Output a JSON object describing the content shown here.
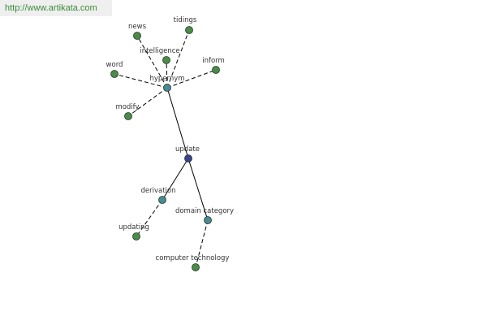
{
  "watermark": {
    "text": "http://www.artikata.com",
    "color": "#3a8a3a"
  },
  "graph": {
    "colors": {
      "root": "#3a3f8f",
      "relation": "#4a8a96",
      "leaf": "#4d8a4a"
    },
    "nodes": [
      {
        "id": "update",
        "label": "update",
        "kind": "root"
      },
      {
        "id": "hypernym",
        "label": "hypernym",
        "kind": "relation"
      },
      {
        "id": "derivation",
        "label": "derivation",
        "kind": "relation"
      },
      {
        "id": "domain-category",
        "label": "domain category",
        "kind": "relation"
      },
      {
        "id": "news",
        "label": "news",
        "kind": "leaf"
      },
      {
        "id": "tidings",
        "label": "tidings",
        "kind": "leaf"
      },
      {
        "id": "intelligence",
        "label": "intelligence",
        "kind": "leaf"
      },
      {
        "id": "word",
        "label": "word",
        "kind": "leaf"
      },
      {
        "id": "inform",
        "label": "inform",
        "kind": "leaf"
      },
      {
        "id": "modify",
        "label": "modify",
        "kind": "leaf"
      },
      {
        "id": "updating",
        "label": "updating",
        "kind": "leaf"
      },
      {
        "id": "computer-technology",
        "label": "computer technology",
        "kind": "leaf"
      }
    ],
    "edges": [
      {
        "from": "update",
        "to": "hypernym",
        "style": "solid"
      },
      {
        "from": "update",
        "to": "derivation",
        "style": "solid"
      },
      {
        "from": "update",
        "to": "domain-category",
        "style": "solid"
      },
      {
        "from": "hypernym",
        "to": "news",
        "style": "dashed"
      },
      {
        "from": "hypernym",
        "to": "tidings",
        "style": "dashed"
      },
      {
        "from": "hypernym",
        "to": "intelligence",
        "style": "dashed"
      },
      {
        "from": "hypernym",
        "to": "word",
        "style": "dashed"
      },
      {
        "from": "hypernym",
        "to": "inform",
        "style": "dashed"
      },
      {
        "from": "hypernym",
        "to": "modify",
        "style": "dashed"
      },
      {
        "from": "derivation",
        "to": "updating",
        "style": "dashed"
      },
      {
        "from": "domain-category",
        "to": "computer-technology",
        "style": "dashed"
      }
    ]
  }
}
